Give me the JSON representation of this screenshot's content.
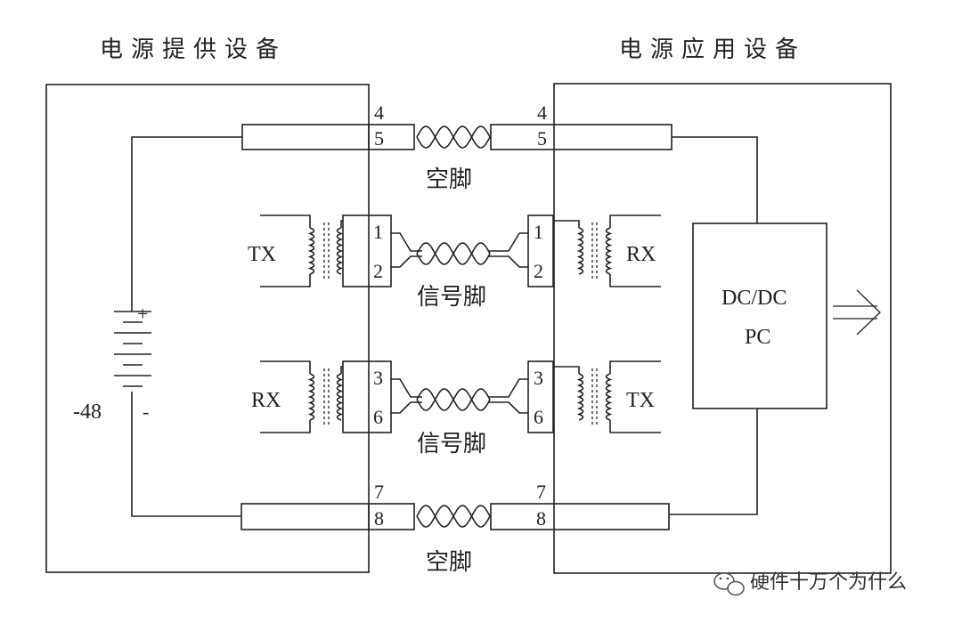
{
  "headers": {
    "left": "电源提供设备",
    "right": "电源应用设备"
  },
  "pairs": [
    {
      "top_pin": "4",
      "bottom_pin": "5",
      "label": "空脚"
    },
    {
      "top_pin": "1",
      "bottom_pin": "2",
      "label": "信号脚",
      "left_side": "TX",
      "right_side": "RX"
    },
    {
      "top_pin": "3",
      "bottom_pin": "6",
      "label": "信号脚",
      "left_side": "RX",
      "right_side": "TX"
    },
    {
      "top_pin": "7",
      "bottom_pin": "8",
      "label": "空脚"
    }
  ],
  "battery": {
    "plus": "+",
    "minus": "-",
    "voltage": "-48"
  },
  "converter": {
    "line1": "DC/DC",
    "line2": "PC"
  },
  "watermark": {
    "text": "硬件十万个为什么",
    "icon": "wechat-icon"
  },
  "colors": {
    "line": "#222222",
    "background": "#ffffff"
  }
}
